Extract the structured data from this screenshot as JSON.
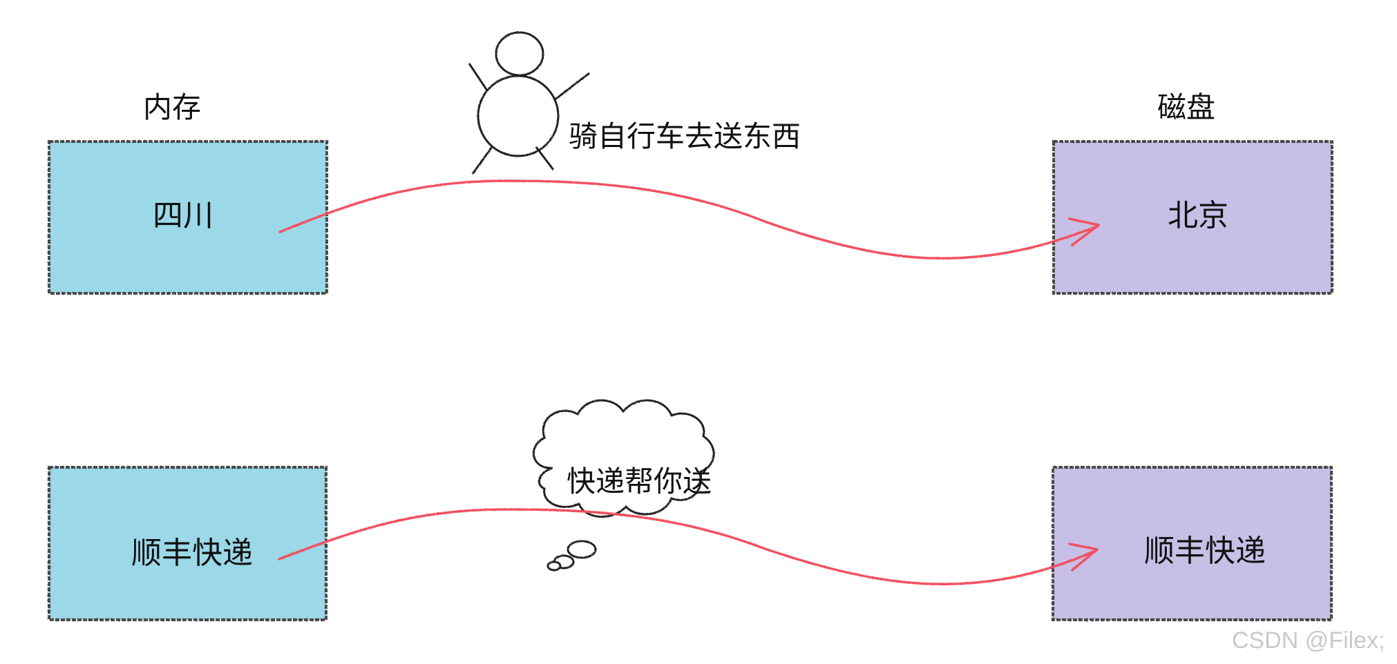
{
  "diagram": {
    "rows": [
      {
        "left_box": {
          "label": "四川",
          "caption": "内存"
        },
        "right_box": {
          "label": "北京",
          "caption": "磁盘"
        },
        "connector_label": "骑自行车去送东西",
        "connector_icon": "stick-figure-icon"
      },
      {
        "left_box": {
          "label": "顺丰快递"
        },
        "right_box": {
          "label": "顺丰快递"
        },
        "connector_label": "快递帮你送",
        "connector_icon": "thought-cloud-icon"
      }
    ],
    "colors": {
      "left_fill": "#9bd8e8",
      "right_fill": "#c7bfe6",
      "border": "#444444",
      "arrow": "#f2505f"
    }
  },
  "watermark": "CSDN @Filex;"
}
